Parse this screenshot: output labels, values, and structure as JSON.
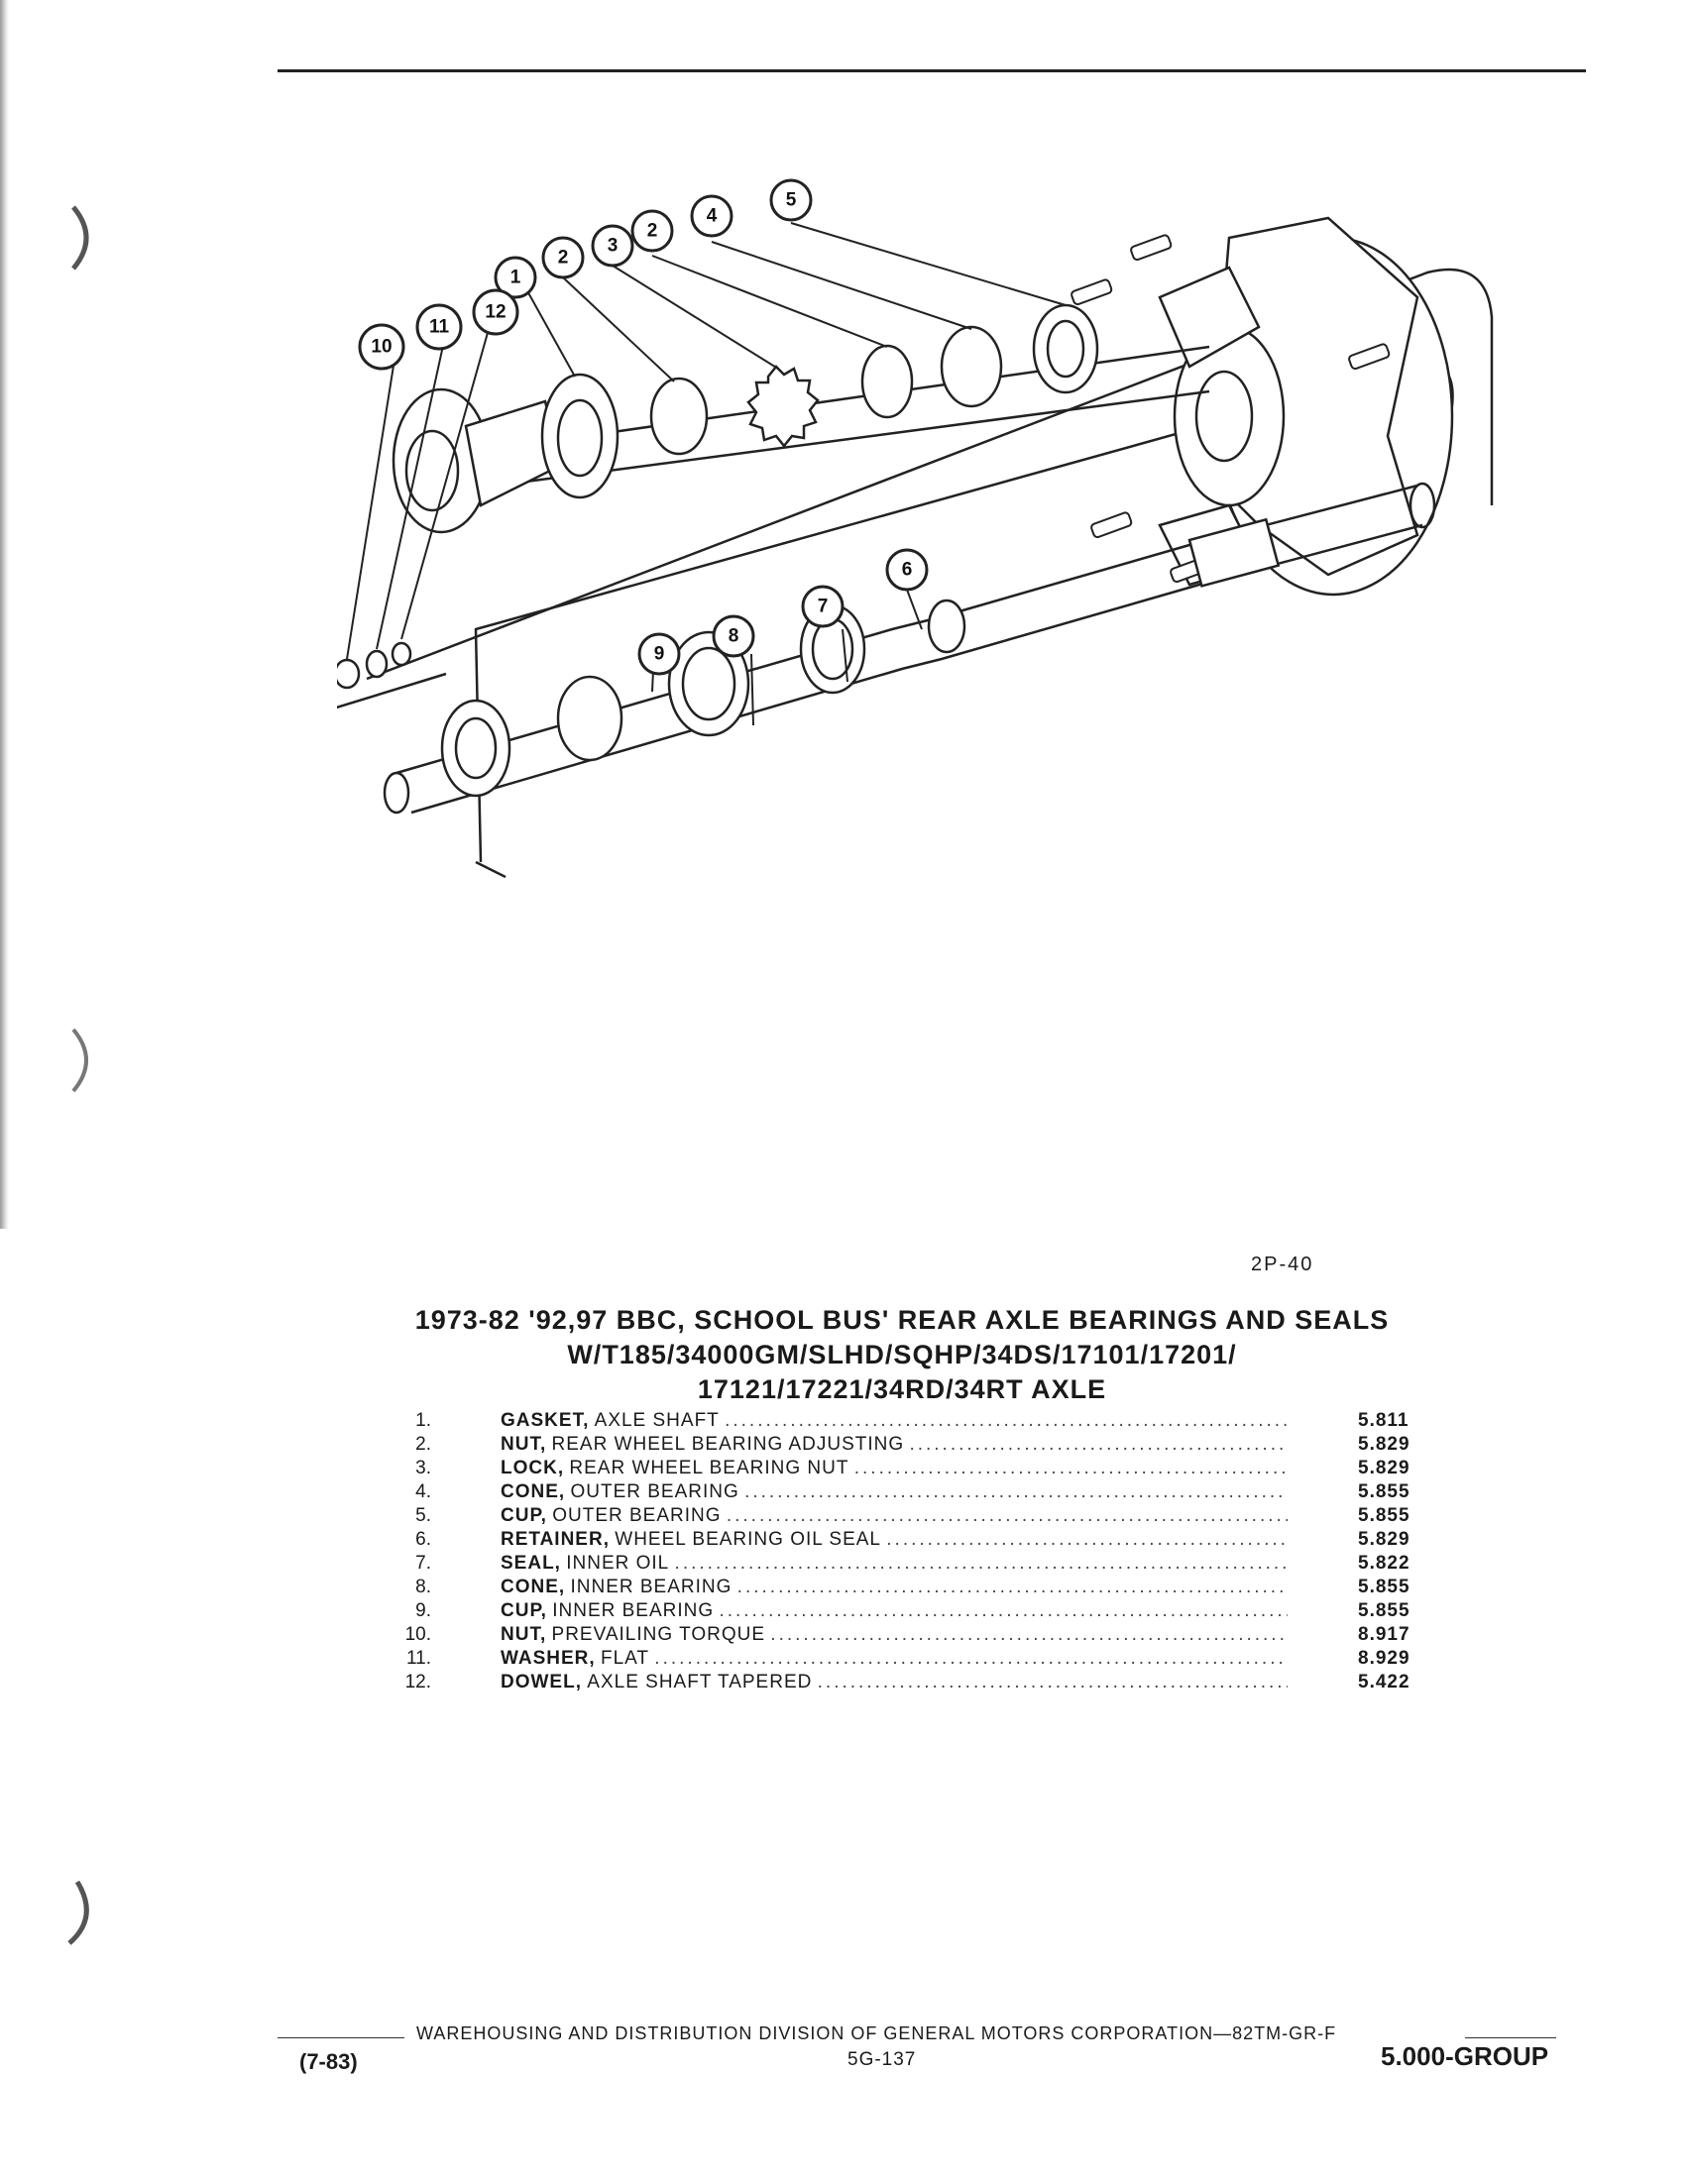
{
  "figure": {
    "code": "2P-40",
    "callouts": [
      "1",
      "2",
      "3",
      "2",
      "4",
      "5",
      "6",
      "7",
      "8",
      "9",
      "10",
      "11",
      "12"
    ]
  },
  "title": {
    "line1": "1973-82 '92,97 BBC, SCHOOL BUS' REAR AXLE BEARINGS AND SEALS",
    "line2": "W/T185/34000GM/SLHD/SQHP/34DS/17101/17201/",
    "line3": "17121/17221/34RD/34RT AXLE"
  },
  "parts": [
    {
      "num": "1.",
      "noun": "GASKET,",
      "modifier": "AXLE SHAFT",
      "code": "5.811"
    },
    {
      "num": "2.",
      "noun": "NUT,",
      "modifier": "REAR WHEEL BEARING ADJUSTING",
      "code": "5.829"
    },
    {
      "num": "3.",
      "noun": "LOCK,",
      "modifier": "REAR WHEEL BEARING NUT",
      "code": "5.829"
    },
    {
      "num": "4.",
      "noun": "CONE,",
      "modifier": "OUTER BEARING",
      "code": "5.855"
    },
    {
      "num": "5.",
      "noun": "CUP,",
      "modifier": "OUTER BEARING",
      "code": "5.855"
    },
    {
      "num": "6.",
      "noun": "RETAINER,",
      "modifier": "WHEEL BEARING OIL SEAL",
      "code": "5.829"
    },
    {
      "num": "7.",
      "noun": "SEAL,",
      "modifier": "INNER OIL",
      "code": "5.822"
    },
    {
      "num": "8.",
      "noun": "CONE,",
      "modifier": "INNER BEARING",
      "code": "5.855"
    },
    {
      "num": "9.",
      "noun": "CUP,",
      "modifier": "INNER BEARING",
      "code": "5.855"
    },
    {
      "num": "10.",
      "noun": "NUT,",
      "modifier": "PREVAILING TORQUE",
      "code": "8.917"
    },
    {
      "num": "11.",
      "noun": "WASHER,",
      "modifier": "FLAT",
      "code": "8.929"
    },
    {
      "num": "12.",
      "noun": "DOWEL,",
      "modifier": "AXLE SHAFT TAPERED",
      "code": "5.422"
    }
  ],
  "footer": {
    "division": "WAREHOUSING AND DISTRIBUTION DIVISION OF GENERAL MOTORS CORPORATION—82TM-GR-F",
    "date": "(7-83)",
    "page": "5G-137",
    "group": "5.000-GROUP"
  }
}
